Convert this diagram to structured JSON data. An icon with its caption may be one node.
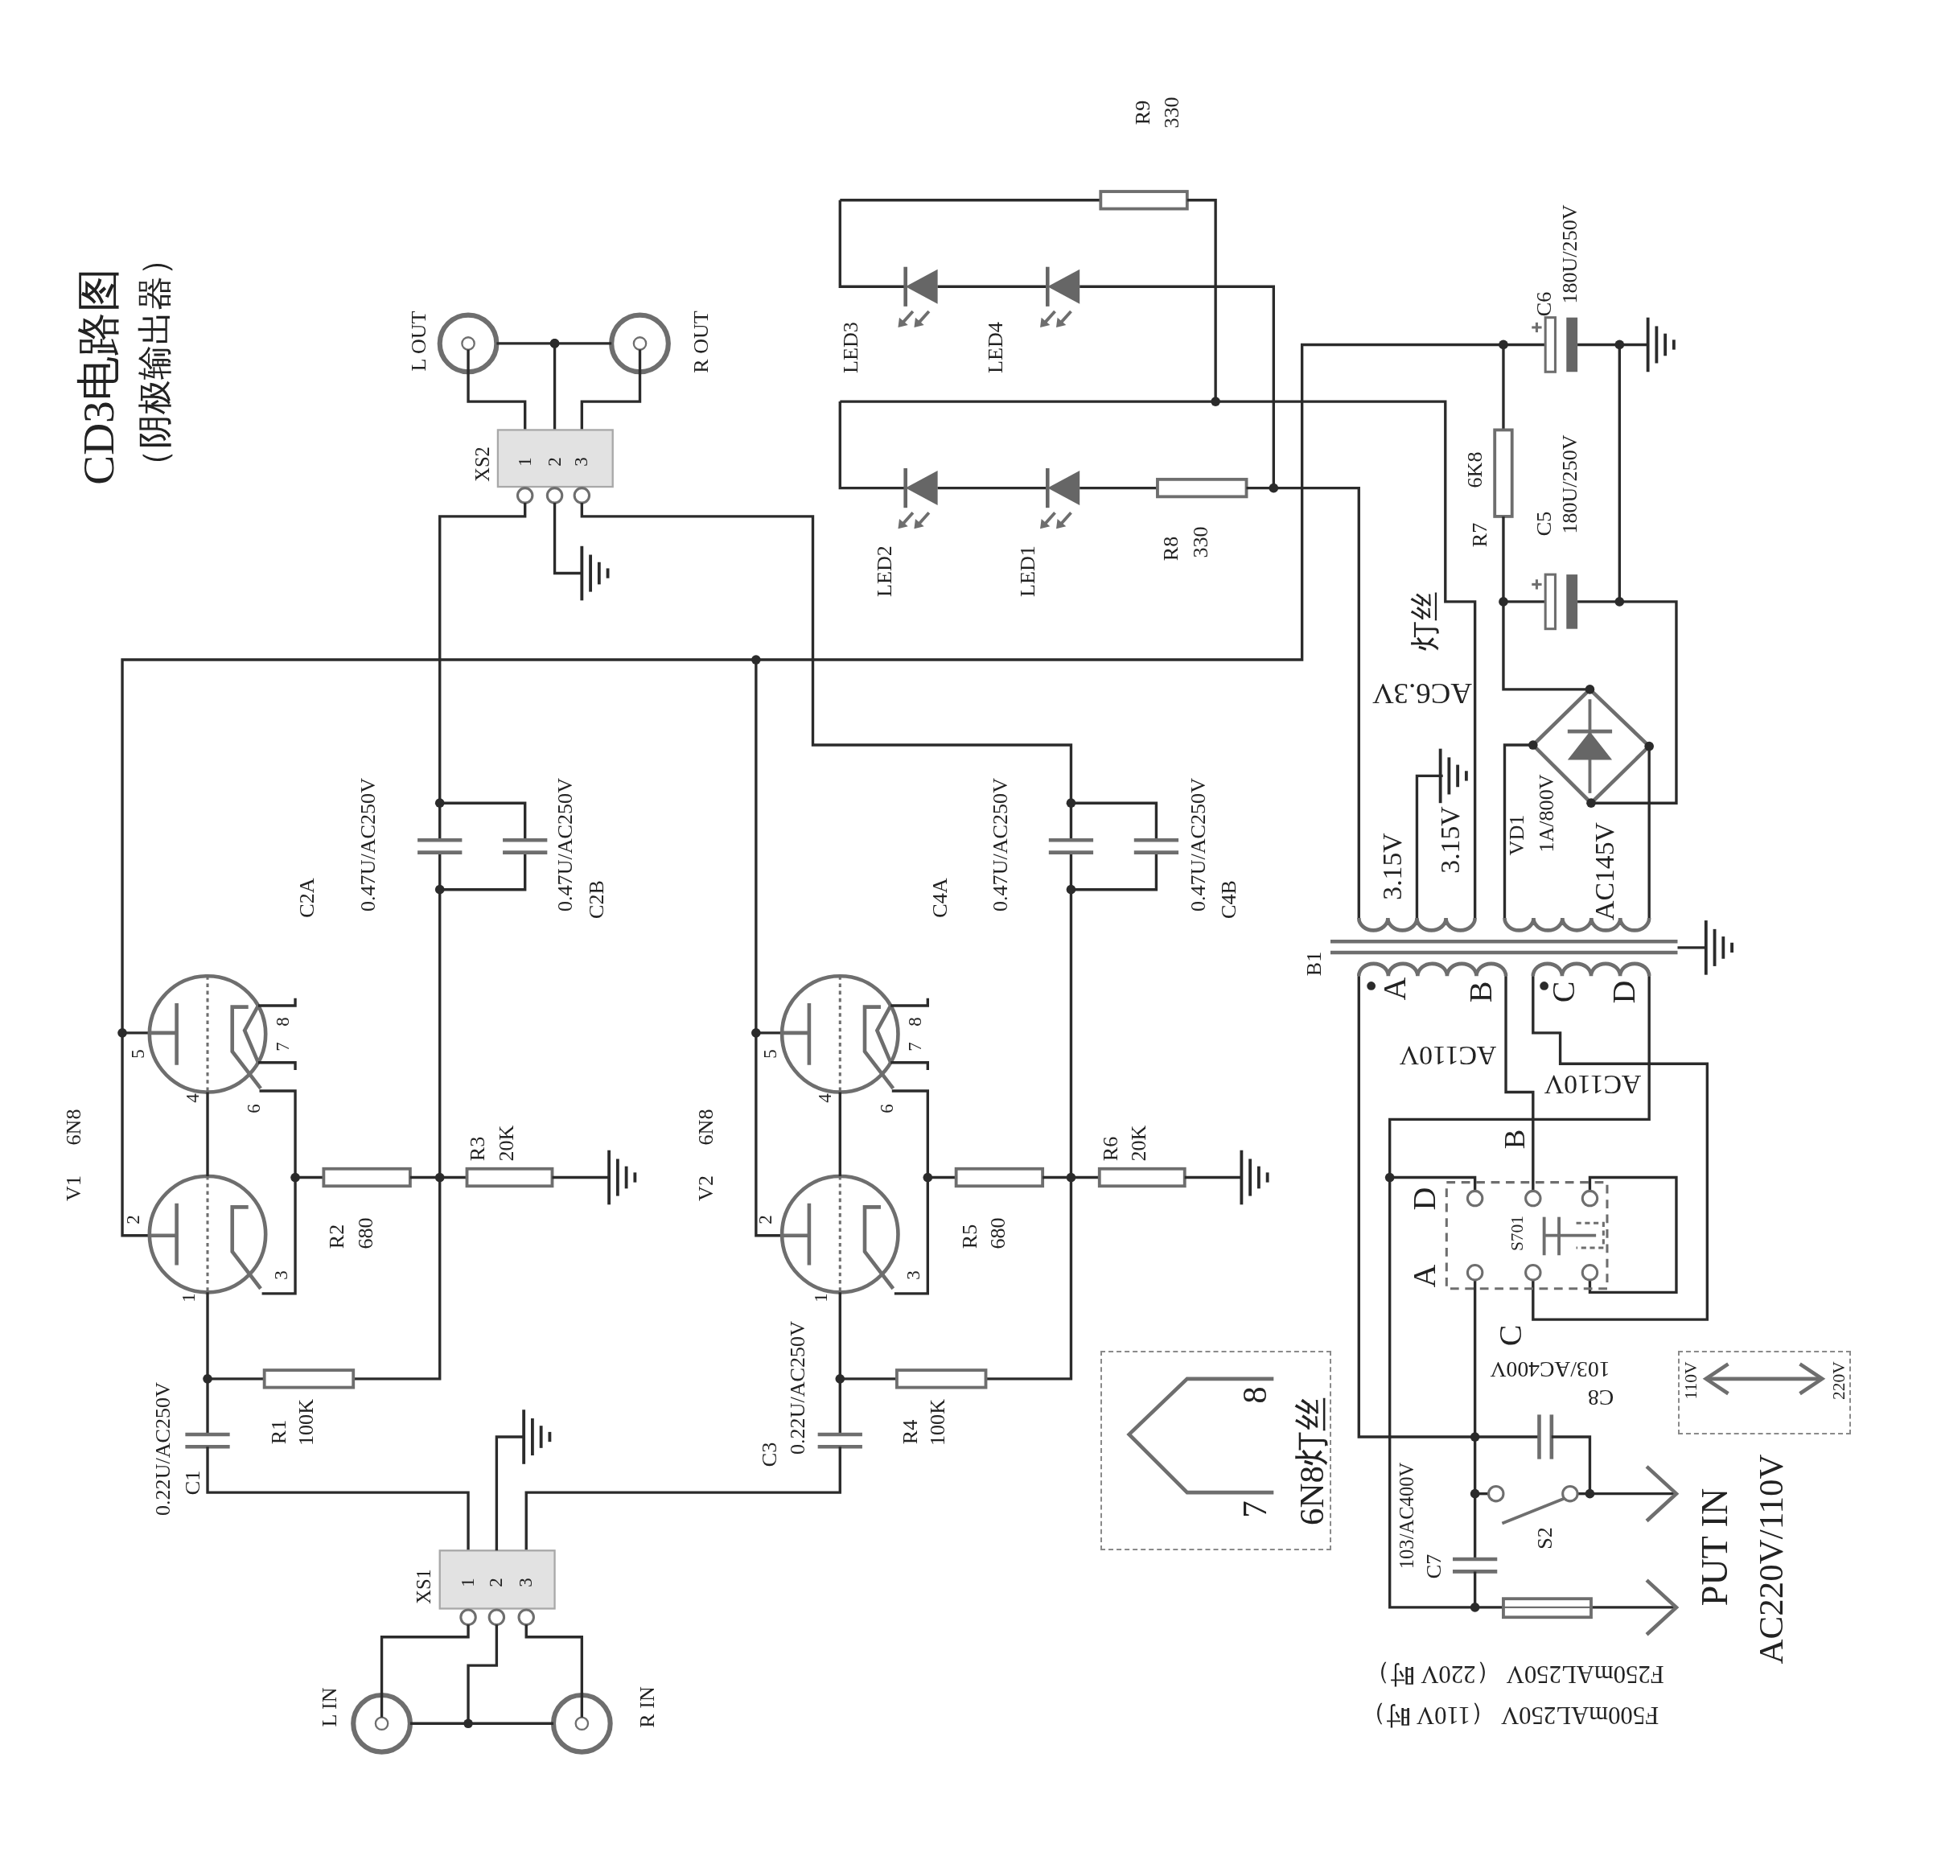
{
  "diagram": {
    "title": "CD3电路图",
    "caption": "（阴极输出器）",
    "nodes": [
      {
        "text": [
          "8",
          "7",
          "6N8灯丝"
        ]
      },
      {
        "text": [
          "110V",
          "220V"
        ]
      }
    ],
    "labels": [
      "L OUT",
      "R OUT",
      "XS2",
      "1",
      "2",
      "3",
      "LED3",
      "LED4",
      "LED2",
      "LED1",
      "R9",
      "330",
      "R8",
      "330",
      "C6",
      "180U/250V",
      "R7",
      "6K8",
      "C5",
      "180U/250V",
      "灯丝",
      "AC6.3V",
      "VD1",
      "1A/800V",
      "3.15V",
      "3.15V",
      "AC145V",
      "C2A",
      "0.47U/AC250V",
      "0.47U/AC250V",
      "C2B",
      "C4A",
      "0.47U/AC250V",
      "0.47U/AC250V",
      "C4B",
      "B1",
      "A",
      "B",
      "C",
      "D",
      "AC110V",
      "AC110V",
      "V1",
      "6N8",
      "5",
      "4",
      "6",
      "7",
      "8",
      "2",
      "1",
      "3",
      "R2",
      "680",
      "R3",
      "20K",
      "V2",
      "6N8",
      "5",
      "4",
      "6",
      "7",
      "8",
      "2",
      "1",
      "3",
      "R5",
      "680",
      "R6",
      "20K",
      "D",
      "B",
      "S701",
      "A",
      "C",
      "0.22U/AC250V",
      "C1",
      "R1",
      "100K",
      "C3",
      "0.22U/AC250V",
      "R4",
      "100K",
      "103/AC400V",
      "C8",
      "XS1",
      "1",
      "2",
      "3",
      "103/AC400V",
      "C7",
      "S2",
      "PUT IN",
      "AC220V/110V",
      "L IN",
      "R IN",
      "F250mAL250V （220V 时）",
      "F500mAL250V （110V 时）"
    ]
  }
}
